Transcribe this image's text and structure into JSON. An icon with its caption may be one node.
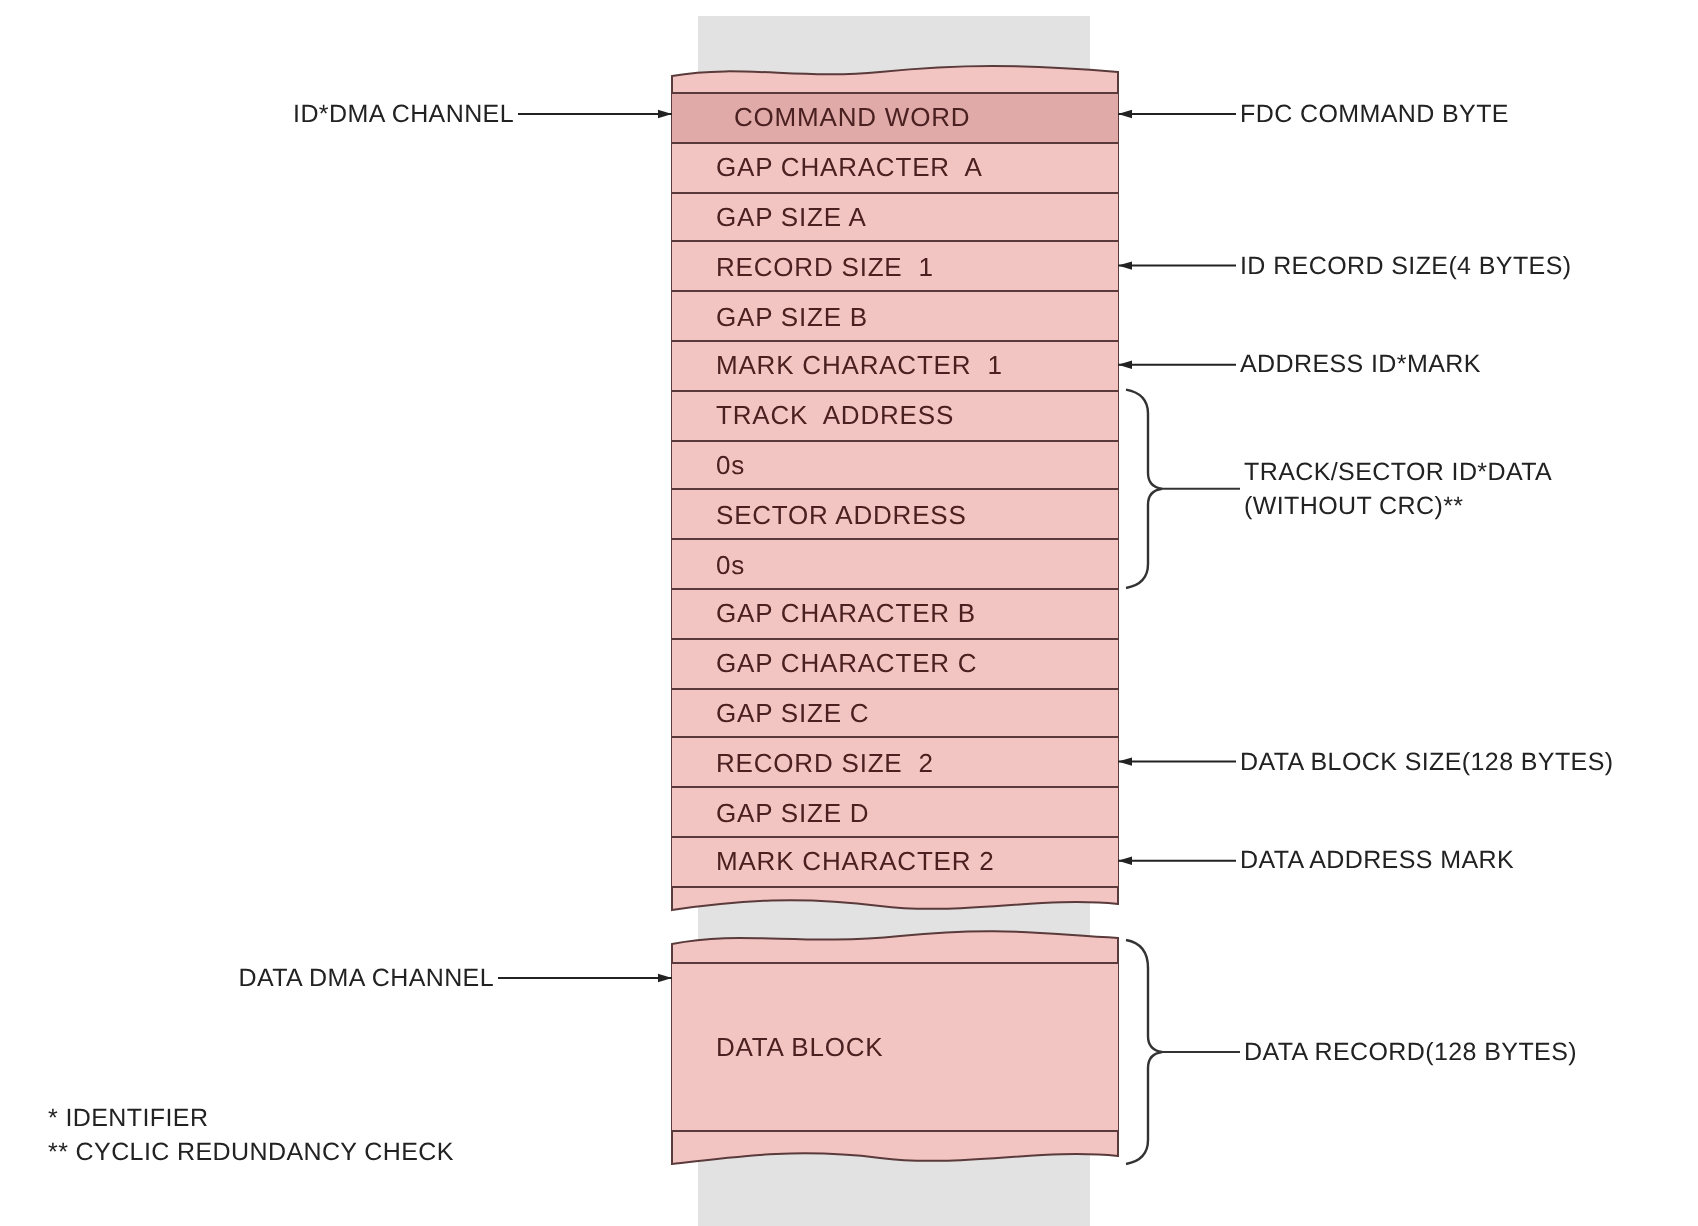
{
  "diagram": {
    "nodes": [
      {
        "text": [
          "COMMAND WORD"
        ]
      },
      {
        "text": [
          "GAP CHARACTER  A"
        ]
      },
      {
        "text": [
          "GAP SIZE A"
        ]
      },
      {
        "text": [
          "RECORD SIZE  1"
        ]
      },
      {
        "text": [
          "GAP SIZE B"
        ]
      },
      {
        "text": [
          "MARK CHARACTER  1"
        ]
      },
      {
        "text": [
          "TRACK  ADDRESS"
        ]
      },
      {
        "text": [
          "0s"
        ]
      },
      {
        "text": [
          "SECTOR ADDRESS"
        ]
      },
      {
        "text": [
          "0s"
        ]
      },
      {
        "text": [
          "GAP CHARACTER B"
        ]
      },
      {
        "text": [
          "GAP CHARACTER C"
        ]
      },
      {
        "text": [
          "GAP SIZE C"
        ]
      },
      {
        "text": [
          "RECORD SIZE  2"
        ]
      },
      {
        "text": [
          "GAP SIZE D"
        ]
      },
      {
        "text": [
          "MARK CHARACTER 2"
        ]
      },
      {
        "text": [
          "DATA BLOCK"
        ]
      },
      {
        "text": [
          "ID*DMA CHANNEL"
        ]
      },
      {
        "text": [
          "FDC COMMAND BYTE"
        ]
      },
      {
        "text": [
          "ID RECORD SIZE(4 BYTES)"
        ]
      },
      {
        "text": [
          "ADDRESS ID*MARK"
        ]
      },
      {
        "text": [
          "DATA BLOCK SIZE(128 BYTES)"
        ]
      },
      {
        "text": [
          "DATA ADDRESS MARK"
        ]
      },
      {
        "text": [
          "DATA DMA CHANNEL"
        ]
      }
    ],
    "edges": [
      {
        "from": 17,
        "to": 0,
        "arrow": "to"
      },
      {
        "from": 18,
        "to": 0,
        "arrow": "to"
      },
      {
        "from": 19,
        "to": 3,
        "arrow": "to"
      },
      {
        "from": 20,
        "to": 5,
        "arrow": "to"
      },
      {
        "from": 21,
        "to": 13,
        "arrow": "to"
      },
      {
        "from": 22,
        "to": 15,
        "arrow": "to"
      },
      {
        "from": 23,
        "to": 16,
        "arrow": "to"
      }
    ],
    "labels": [
      "TRACK/SECTOR ID*DATA (WITHOUT CRC)**",
      "DATA RECORD(128 BYTES)",
      "* IDENTIFIER",
      "** CYCLIC REDUNDANCY CHECK"
    ]
  }
}
